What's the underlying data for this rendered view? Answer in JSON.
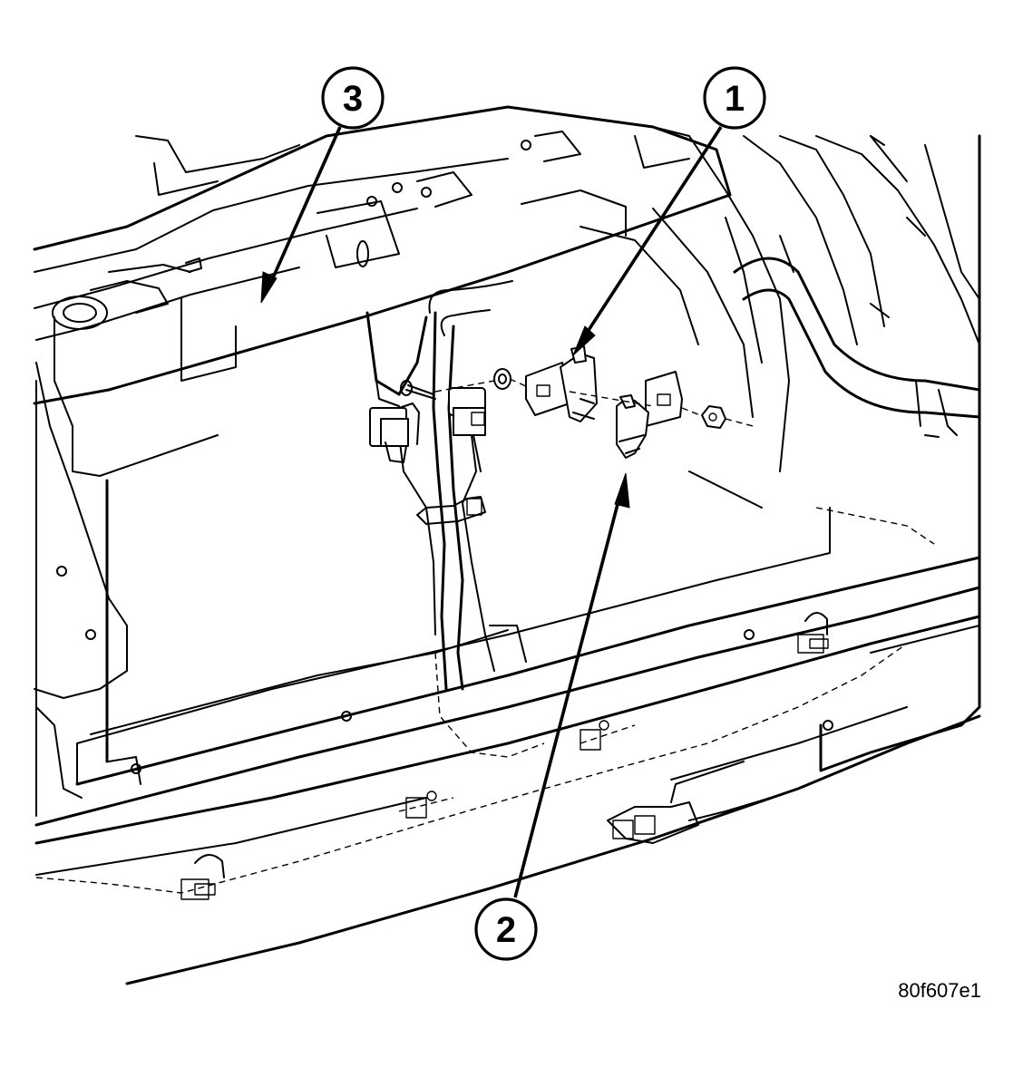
{
  "figure_id": "80f607e1",
  "callouts": [
    {
      "label": "1"
    },
    {
      "label": "2"
    },
    {
      "label": "3"
    }
  ]
}
